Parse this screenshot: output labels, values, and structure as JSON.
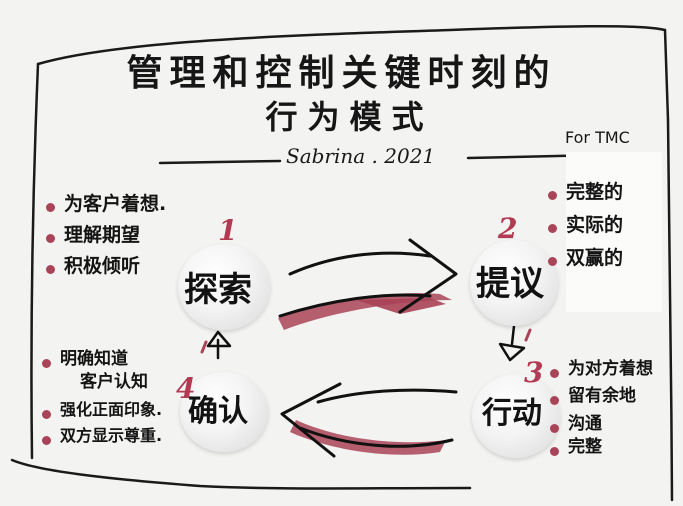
{
  "title": {
    "line1": "管理和控制关键时刻的",
    "line2": "行为模式"
  },
  "tag": "For TMC",
  "author": "Sabrina . 2021",
  "stages": [
    {
      "num": "1",
      "label": "探索"
    },
    {
      "num": "2",
      "label": "提议"
    },
    {
      "num": "3",
      "label": "行动"
    },
    {
      "num": "4",
      "label": "确认"
    }
  ],
  "notes": {
    "explore": [
      "为客户着想.",
      "理解期望",
      "积极倾听"
    ],
    "propose": [
      "完整的",
      "实际的",
      "双赢的"
    ],
    "act": [
      "为对方着想",
      "留有余地",
      "沟通",
      "完整"
    ],
    "confirm": [
      "明确知道",
      "客户认知",
      "强化正面印象.",
      "双方显示尊重."
    ]
  },
  "colors": {
    "ink": "#141414",
    "accent": "#a94357",
    "number": "#b23a52"
  }
}
